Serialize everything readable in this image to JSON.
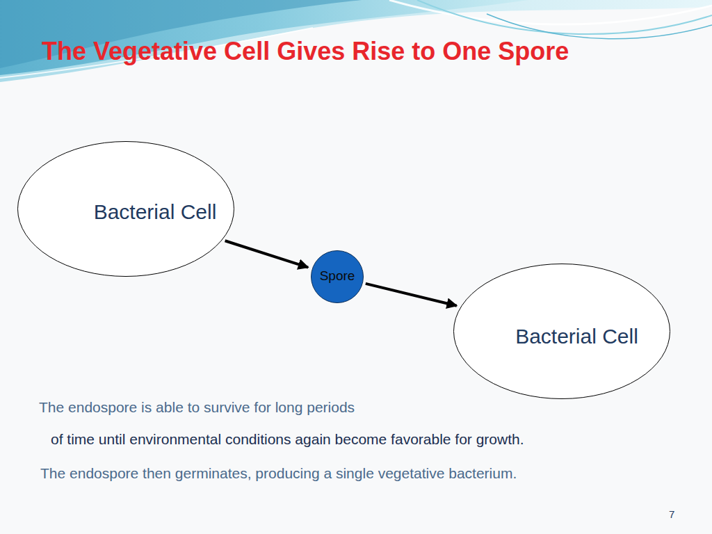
{
  "diagram": {
    "title": "The Vegetative Cell Gives Rise to One Spore",
    "nodes": [
      {
        "text": [
          "Bacterial Cell"
        ]
      },
      {
        "text": [
          "Spore"
        ]
      },
      {
        "text": [
          "Bacterial Cell"
        ]
      }
    ],
    "edges": [
      {
        "from": 0,
        "to": 1,
        "arrow": "to"
      },
      {
        "from": 1,
        "to": 2,
        "arrow": "to"
      }
    ],
    "labels": [
      "The endospore is able to survive for long periods",
      "of time until environmental conditions again become favorable for growth.",
      "The endospore then germinates, producing a single vegetative bacterium.",
      "7"
    ]
  }
}
